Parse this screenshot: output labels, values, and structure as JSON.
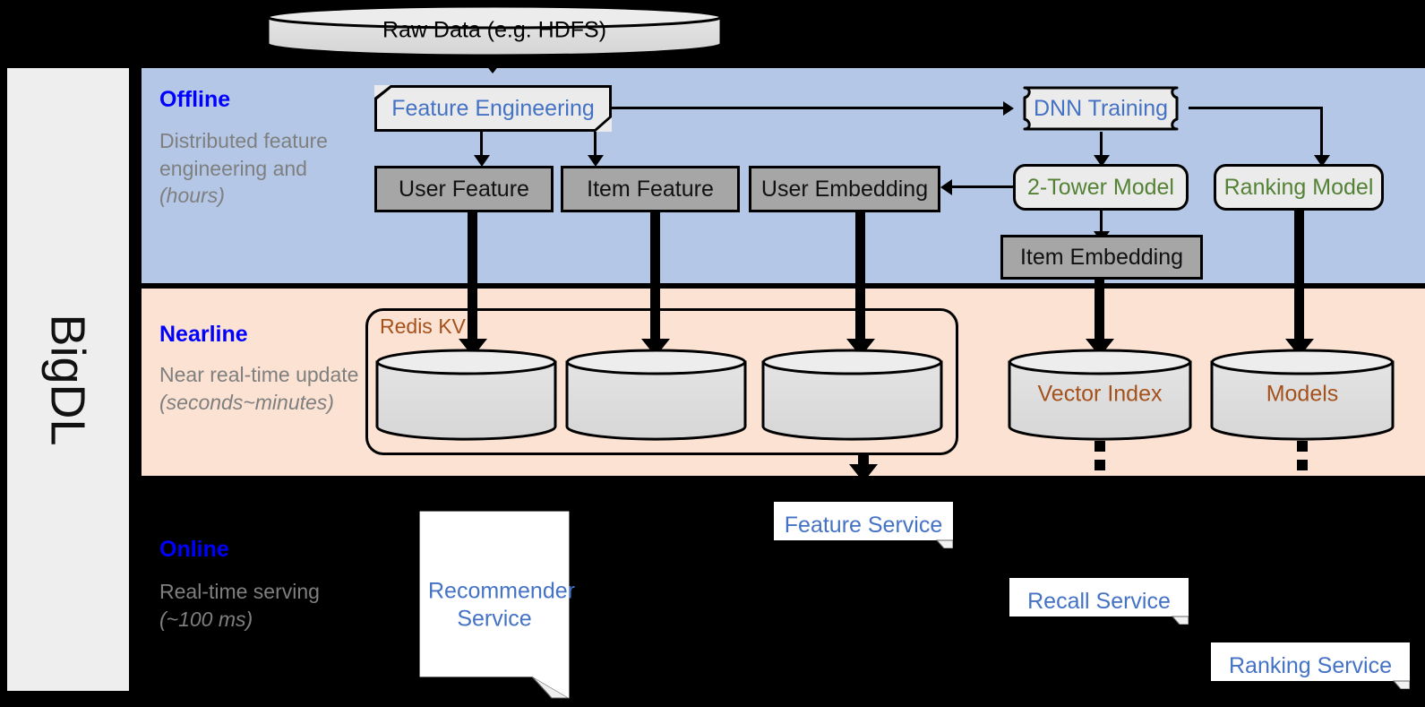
{
  "framework": {
    "name": "BigDL"
  },
  "bands": {
    "offline": {
      "title": "Offline",
      "description": "Distributed feature engineering and ",
      "description_em": "(hours)",
      "bg_color": "#b4c7e7"
    },
    "nearline": {
      "title": "Nearline",
      "description": "Near real-time update ",
      "description_em": "(seconds~minutes)",
      "bg_color": "#fbe2d2"
    },
    "online": {
      "title": "Online",
      "description": "Real-time serving ",
      "description_em": "(~100 ms)",
      "bg_color": "#000000"
    }
  },
  "source": {
    "raw_data": "Raw Data (e.g. HDFS)"
  },
  "offline_nodes": {
    "feature_engineering": "Feature Engineering",
    "dnn_training": "DNN Training",
    "user_feature": "User Feature",
    "item_feature": "Item Feature",
    "user_embedding": "User Embedding",
    "two_tower_model": "2-Tower Model",
    "ranking_model": "Ranking Model",
    "item_embedding": "Item Embedding"
  },
  "nearline_nodes": {
    "redis_kv": "Redis KV",
    "store_1": "",
    "store_2": "",
    "store_3": "",
    "vector_index": "Vector Index",
    "models": "Models"
  },
  "online_nodes": {
    "recommender_service": "Recommender Service",
    "feature_service": "Feature Service",
    "recall_service": "Recall Service",
    "ranking_service": "Ranking Service"
  },
  "colors": {
    "accent_blue": "#0000ff",
    "node_blue_text": "#4472c4",
    "node_green_text": "#548235",
    "brown_text": "#a5511b",
    "gray_node": "#a6a6a6",
    "light_node": "#ebebeb",
    "caption_gray": "#7f7f7f"
  }
}
